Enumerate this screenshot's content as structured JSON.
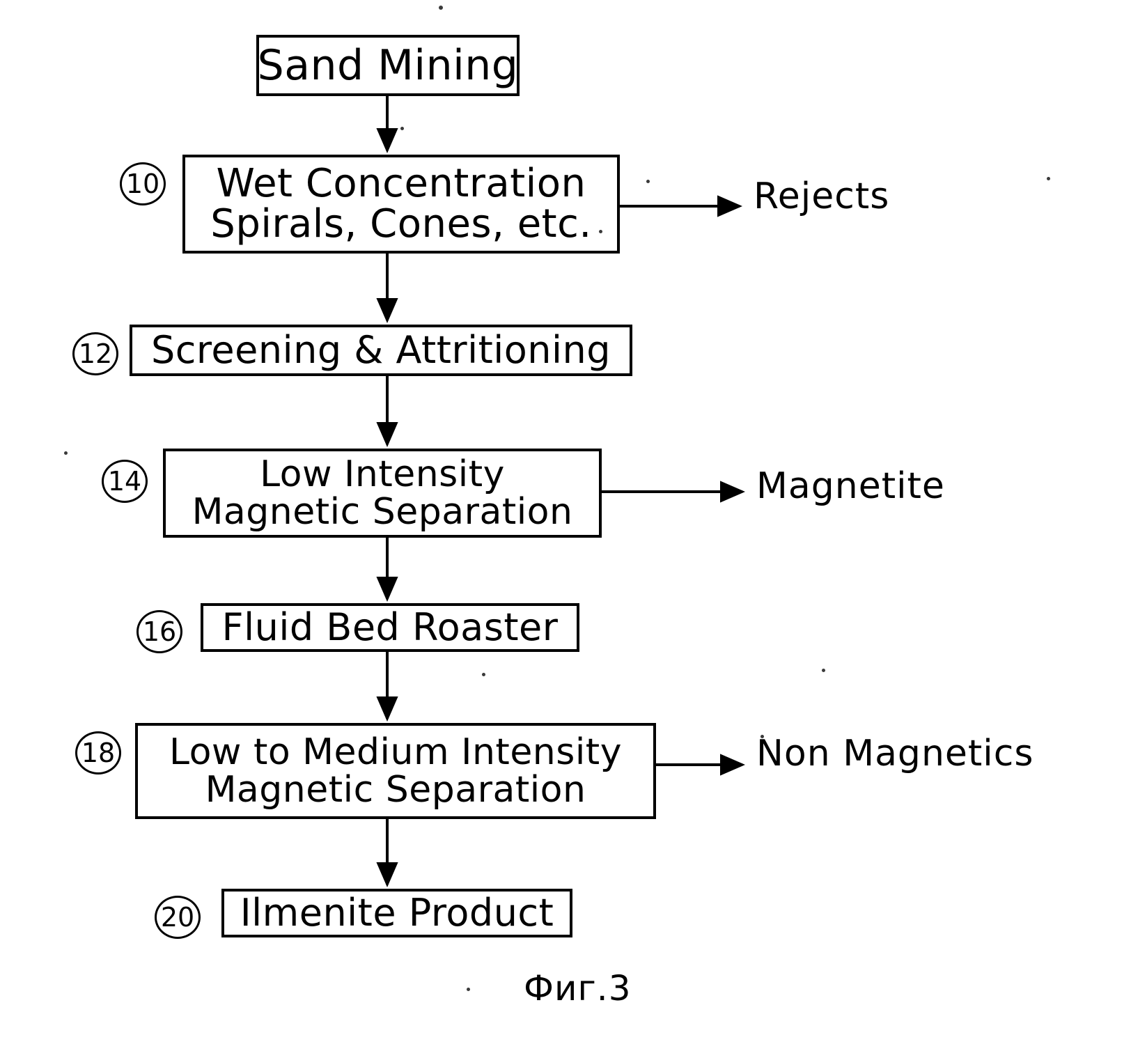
{
  "figure": {
    "caption": "Фиг.3",
    "nodes": [
      {
        "id": "sand-mining",
        "ref": null,
        "lines": [
          "Sand Mining"
        ]
      },
      {
        "id": "wet-concentration",
        "ref": "10",
        "lines": [
          "Wet Concentration",
          "Spirals, Cones, etc."
        ]
      },
      {
        "id": "screening",
        "ref": "12",
        "lines": [
          "Screening & Attritioning"
        ]
      },
      {
        "id": "low-intensity",
        "ref": "14",
        "lines": [
          "Low Intensity",
          "Magnetic Separation"
        ]
      },
      {
        "id": "fluid-bed",
        "ref": "16",
        "lines": [
          "Fluid Bed Roaster"
        ]
      },
      {
        "id": "low-medium",
        "ref": "18",
        "lines": [
          "Low to Medium Intensity",
          "Magnetic Separation"
        ]
      },
      {
        "id": "ilmenite",
        "ref": "20",
        "lines": [
          "Ilmenite Product"
        ]
      }
    ],
    "side_outputs": [
      {
        "id": "rejects",
        "label": "Rejects",
        "from": "wet-concentration"
      },
      {
        "id": "magnetite",
        "label": "Magnetite",
        "from": "low-intensity"
      },
      {
        "id": "non-magnetics",
        "label": "Non Magnetics",
        "from": "low-medium"
      }
    ],
    "flow_order": [
      "sand-mining",
      "wet-concentration",
      "screening",
      "low-intensity",
      "fluid-bed",
      "low-medium",
      "ilmenite"
    ],
    "colors": {
      "ink": "#000000",
      "paper": "#ffffff"
    }
  }
}
